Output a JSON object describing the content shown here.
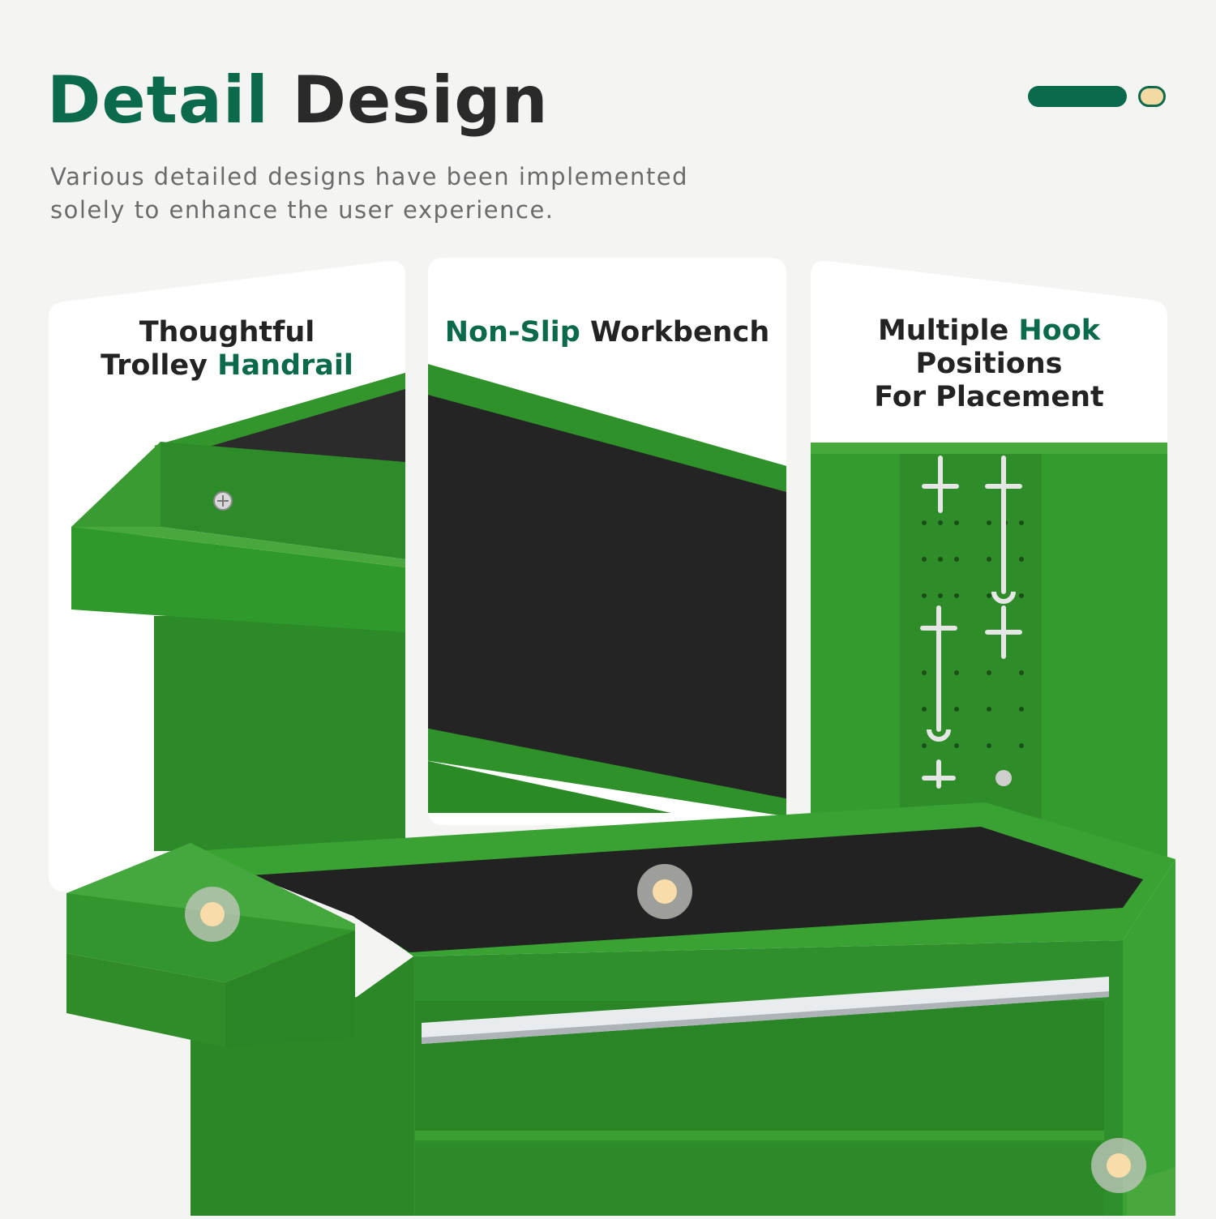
{
  "header": {
    "title_accent": "Detail",
    "title_rest": "Design",
    "subtitle_line1": "Various detailed designs have been implemented",
    "subtitle_line2": "solely to enhance the user experience."
  },
  "colors": {
    "brand_green": "#0b6a4c",
    "product_green": "#2f8f2c",
    "mat_black": "#1e1e1e",
    "hotspot_center": "#f8dcaa",
    "background": "#f4f4f3"
  },
  "cards": [
    {
      "title_line1": "Thoughtful",
      "title_plain": "Trolley ",
      "title_highlight": "Handrail"
    },
    {
      "title_highlight": "Non-Slip",
      "title_plain": " Workbench"
    },
    {
      "title_plain1": "Multiple ",
      "title_highlight": "Hook",
      "title_line2": "Positions",
      "title_line3": "For Placement"
    }
  ]
}
